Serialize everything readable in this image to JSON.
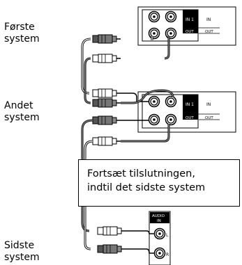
{
  "labels": {
    "first_line1": "Første",
    "first_line2": "system",
    "second_line1": "Andet",
    "second_line2": "system",
    "last_line1": "Sidste",
    "last_line2": "system"
  },
  "callout": {
    "line1": "Fortsæt tilslutningen,",
    "line2": "indtil det sidste system"
  },
  "panel": {
    "in_label": "IN",
    "in1_label": "IN 1",
    "out_label": "OUT",
    "audio_in_line1": "AUDIO",
    "audio_in_line2": "IN",
    "left": "L",
    "right": "R"
  }
}
